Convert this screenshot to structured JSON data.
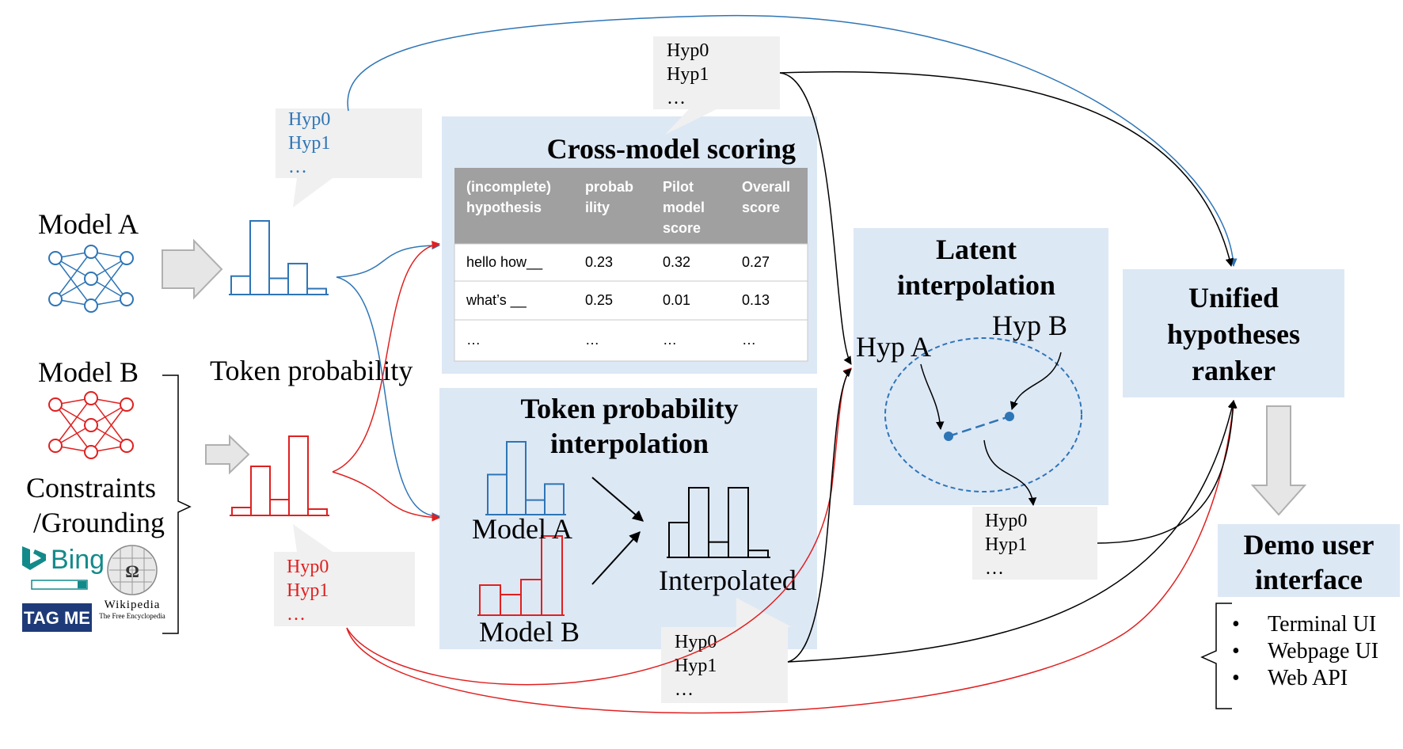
{
  "colors": {
    "blue": "#2e75b6",
    "red": "#e02020",
    "panel": "#dde8f5",
    "bubble": "#f0f0f0",
    "table_header": "#a0a0a0"
  },
  "model_a": {
    "label": "Model A"
  },
  "model_b": {
    "label": "Model B"
  },
  "token_probability_label": "Token probability",
  "constraints": {
    "line1": "Constraints",
    "line2": "/Grounding",
    "bing": "Bing",
    "wikipedia": "Wikipedia",
    "wikipedia_sub": "The Free Encyclopedia",
    "tagme": "TAG ME"
  },
  "bubbles": {
    "blue": [
      "Hyp0",
      "Hyp1",
      "…"
    ],
    "red": [
      "Hyp0",
      "Hyp1",
      "…"
    ],
    "cross": [
      "Hyp0",
      "Hyp1",
      "…"
    ],
    "interp": [
      "Hyp0",
      "Hyp1",
      "…"
    ],
    "latent": [
      "Hyp0",
      "Hyp1",
      "…"
    ]
  },
  "cross_model": {
    "title": "Cross-model scoring",
    "headers": [
      [
        "(incomplete)",
        "hypothesis"
      ],
      [
        "probab",
        "ility"
      ],
      [
        "Pilot",
        "model",
        "score"
      ],
      [
        "Overall",
        "score"
      ]
    ],
    "rows": [
      [
        "hello how__",
        "0.23",
        "0.32",
        "0.27"
      ],
      [
        "what’s __",
        "0.25",
        "0.01",
        "0.13"
      ],
      [
        "…",
        "…",
        "…",
        "…"
      ]
    ]
  },
  "token_interp": {
    "title_line1": "Token probability",
    "title_line2": "interpolation",
    "model_a": "Model A",
    "model_b": "Model B",
    "interpolated": "Interpolated"
  },
  "latent": {
    "title_line1": "Latent",
    "title_line2": "interpolation",
    "hyp_a": "Hyp A",
    "hyp_b": "Hyp B"
  },
  "ranker": {
    "line1": "Unified",
    "line2": "hypotheses",
    "line3": "ranker"
  },
  "demo": {
    "title_line1": "Demo user",
    "title_line2": "interface",
    "items": [
      "Terminal UI",
      "Webpage UI",
      "Web API"
    ]
  },
  "charts": {
    "model_a": [
      0.25,
      1.0,
      0.22,
      0.42,
      0.08
    ],
    "model_b": [
      0.1,
      0.62,
      0.2,
      1.0,
      0.08
    ],
    "small_a": [
      0.55,
      1.0,
      0.2,
      0.42
    ],
    "small_b": [
      0.38,
      0.26,
      0.45,
      1.0
    ],
    "interpolated": [
      0.5,
      1.0,
      0.22,
      1.0,
      0.1
    ]
  }
}
